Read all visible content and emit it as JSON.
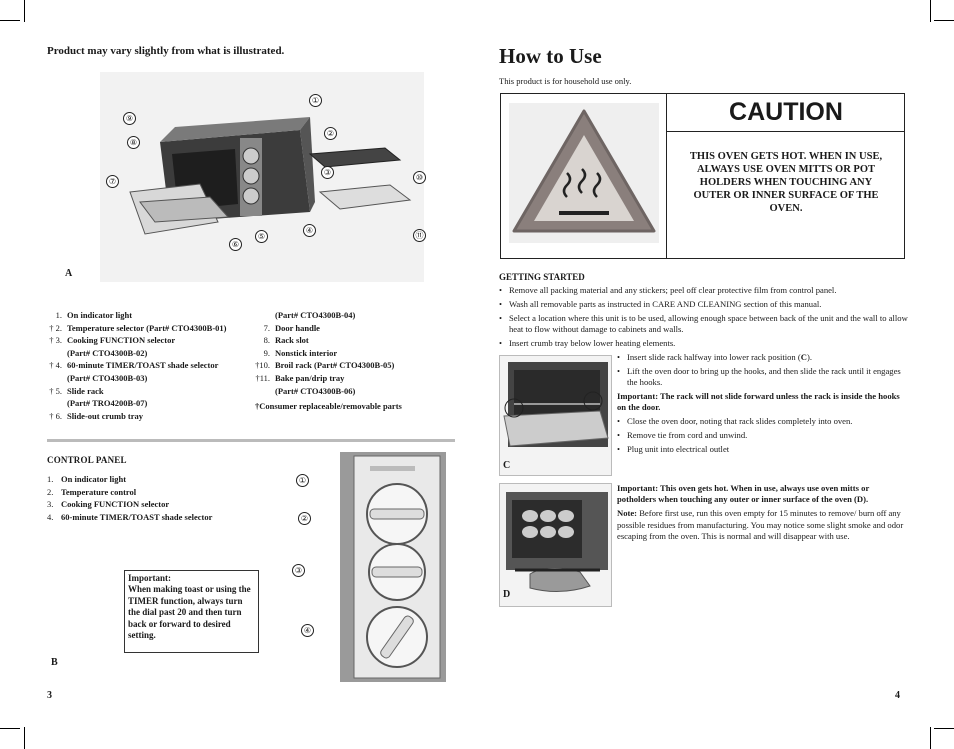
{
  "left_page": {
    "note": "Product may vary slightly from what is illustrated.",
    "figure_a_label": "A",
    "figure_b_label": "B",
    "callouts_a": [
      "①",
      "②",
      "③",
      "④",
      "⑤",
      "⑥",
      "⑦",
      "⑧",
      "⑨",
      "⑩",
      "⑪"
    ],
    "parts_col1": [
      {
        "num": "1.",
        "text": "On indicator light",
        "sub": ""
      },
      {
        "num": "† 2.",
        "text": "Temperature selector (Part# CTO4300B-01)",
        "sub": ""
      },
      {
        "num": "† 3.",
        "text": "Cooking FUNCTION selector",
        "sub": "(Part# CTO4300B-02)"
      },
      {
        "num": "† 4.",
        "text": "60-minute TIMER/TOAST shade selector",
        "sub": "(Part# CTO4300B-03)"
      },
      {
        "num": "† 5.",
        "text": "Slide rack",
        "sub": "(Part# TRO4200B-07)"
      },
      {
        "num": "† 6.",
        "text": "Slide-out crumb tray",
        "sub": ""
      }
    ],
    "parts_col2_cont": "(Part# CTO4300B-04)",
    "parts_col2": [
      {
        "num": "7.",
        "text": "Door handle",
        "sub": ""
      },
      {
        "num": "8.",
        "text": "Rack slot",
        "sub": ""
      },
      {
        "num": "9.",
        "text": "Nonstick interior",
        "sub": ""
      },
      {
        "num": "†10.",
        "text": "Broil rack (Part# CTO4300B-05)",
        "sub": ""
      },
      {
        "num": "†11.",
        "text": "Bake pan/drip tray",
        "sub": "(Part# CTO4300B-06)"
      }
    ],
    "parts_footnote": "†Consumer replaceable/removable parts",
    "control_panel_title": "CONTROL PANEL",
    "control_panel_items": [
      {
        "num": "1.",
        "text": "On indicator light"
      },
      {
        "num": "2.",
        "text": "Temperature control"
      },
      {
        "num": "3.",
        "text": "Cooking FUNCTION selector"
      },
      {
        "num": "4.",
        "text": "60-minute TIMER/TOAST shade selector"
      }
    ],
    "callouts_b": [
      "①",
      "②",
      "③",
      "④"
    ],
    "important_box": "Important:\nWhen making toast or using the TIMER function, always turn the dial past 20 and then turn back or forward to desired setting.",
    "page_number": "3"
  },
  "right_page": {
    "title": "How to Use",
    "household": "This product is for household use only.",
    "caution_title": "CAUTION",
    "caution_text": "THIS OVEN GETS HOT. WHEN IN USE, ALWAYS USE OVEN MITTS OR POT HOLDERS WHEN TOUCHING ANY OUTER OR INNER SURFACE OF THE OVEN.",
    "getting_started_title": "GETTING STARTED",
    "getting_started": [
      "Remove all packing material and any stickers; peel off clear protective film from control panel.",
      "Wash all removable parts as instructed in CARE AND CLEANING section of this manual.",
      "Select a location where this unit is to be used, allowing enough space between back of the unit and the wall to allow heat to flow without damage to cabinets and walls.",
      "Insert crumb tray below lower heating elements."
    ],
    "c_bullets_1": {
      "pre": "Insert slide rack halfway into lower rack position (",
      "ref": "C",
      "post": ")."
    },
    "c_bullet_2": "Lift the oven door to bring up the hooks, and then slide the rack until it engages the hooks.",
    "c_important": "Important: The rack will not slide forward unless the rack is inside the hooks on the door.",
    "c_bullets_after": [
      "Close the oven door, noting that rack slides completely into oven.",
      "Remove tie from cord and unwind.",
      "Plug unit into electrical outlet"
    ],
    "figure_c_label": "C",
    "figure_d_label": "D",
    "d_important": "Important: This oven gets hot. When in use, always use oven mitts or potholders when touching any outer or inner surface of the oven (",
    "d_important_ref": "D",
    "d_important_end": ").",
    "d_note_label": "Note:",
    "d_note": "Before first use, run this oven empty for 15 minutes to remove/ burn off any possible residues from manufacturing. You may notice some slight smoke and odor escaping from the oven. This is normal and will disappear with use.",
    "page_number": "4"
  }
}
